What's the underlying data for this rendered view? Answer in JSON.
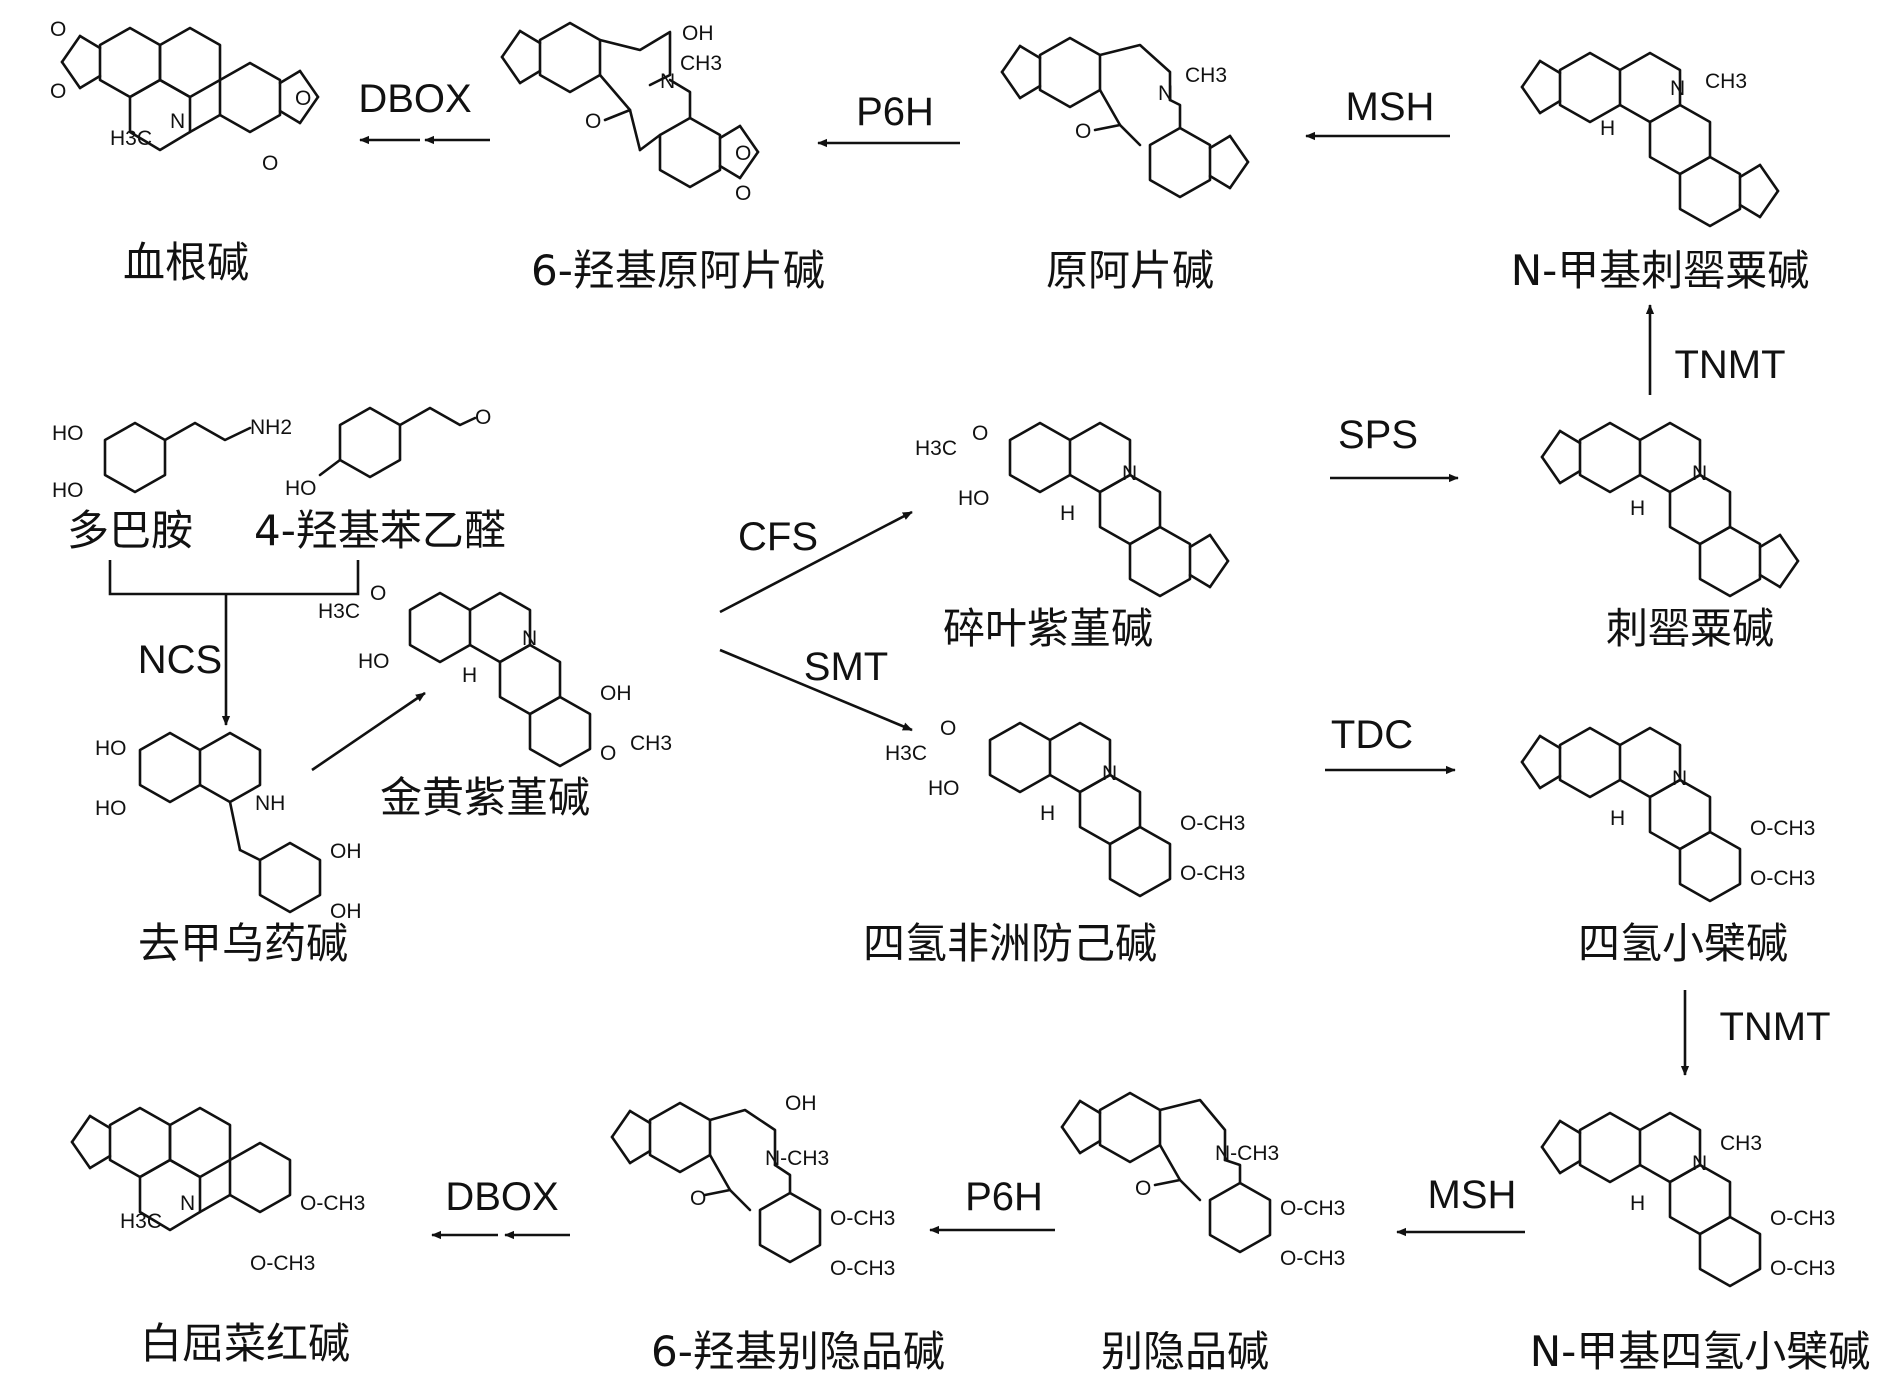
{
  "compounds": {
    "sanguinarine": "血根碱",
    "hydroxyprotopine": "6-羟基原阿片碱",
    "protopine": "原阿片碱",
    "n_methylstylopine": "N-甲基刺罂粟碱",
    "dopamine": "多巴胺",
    "hydroxyphenylacetaldehyde": "4-羟基苯乙醛",
    "norlaudanosoline": "去甲乌药碱",
    "scoulerine": "金黄紫堇碱",
    "cheilanthifoline": "碎叶紫堇碱",
    "stylopine": "刺罂粟碱",
    "tetrahydrocolumbamine": "四氢非洲防己碱",
    "canadine": "四氢小檗碱",
    "n_methylcanadine": "N-甲基四氢小檗碱",
    "allocryptopine": "别隐品碱",
    "hydroxyallocryptopine": "6-羟基别隐品碱",
    "chelerythrine": "白屈菜红碱"
  },
  "enzymes": {
    "dbox_top": "DBOX",
    "p6h_top": "P6H",
    "msh_top": "MSH",
    "tnmt_top": "TNMT",
    "ncs": "NCS",
    "cfs": "CFS",
    "smt": "SMT",
    "sps": "SPS",
    "tdc": "TDC",
    "tnmt_bottom": "TNMT",
    "msh_bottom": "MSH",
    "p6h_bottom": "P6H",
    "dbox_bottom": "DBOX"
  },
  "atoms": {
    "oh": "OH",
    "ho": "HO",
    "ch3": "CH3",
    "h3c": "H3C",
    "n": "N",
    "nh": "NH",
    "nh2": "NH2",
    "o": "O",
    "h": "H",
    "n_ch3": "N-CH3",
    "o_ch3": "O-CH3"
  }
}
